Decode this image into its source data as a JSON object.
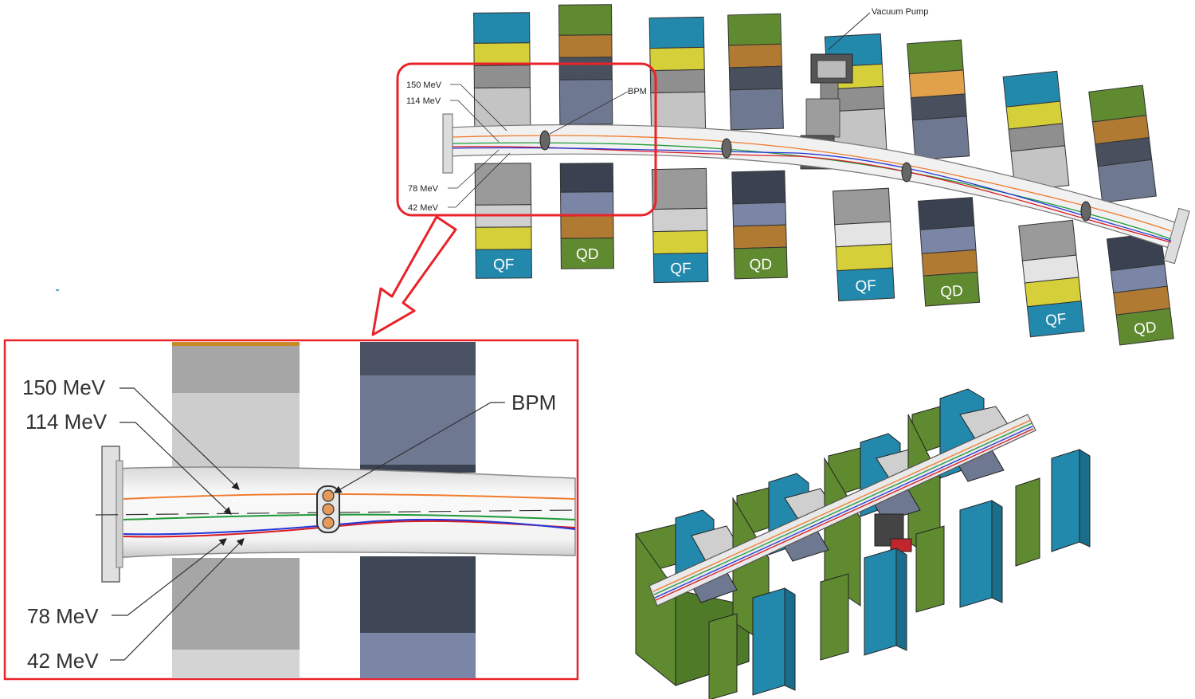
{
  "overview": {
    "vacuum_pump_label": "Vacuum Pump",
    "bpm_label": "BPM",
    "energy_labels": [
      "150 MeV",
      "114 MeV",
      "78 MeV",
      "42 MeV"
    ],
    "magnet_labels": [
      "QF",
      "QD",
      "QF",
      "QD",
      "QF",
      "QD",
      "QF",
      "QD"
    ]
  },
  "inset": {
    "bpm_label": "BPM",
    "energy_labels": [
      "150 MeV",
      "114 MeV",
      "78 MeV",
      "42 MeV"
    ]
  },
  "colors": {
    "highlight_red": "#e8232a",
    "beam_orange": "#f07b2d",
    "beam_green": "#1f9a3a",
    "beam_blue": "#2436d8",
    "beam_red": "#d91c24",
    "magnet_teal": "#2289ad",
    "magnet_green": "#5f8a2f",
    "magnet_yellow": "#d5cf3a",
    "magnet_brown": "#b07a33"
  }
}
